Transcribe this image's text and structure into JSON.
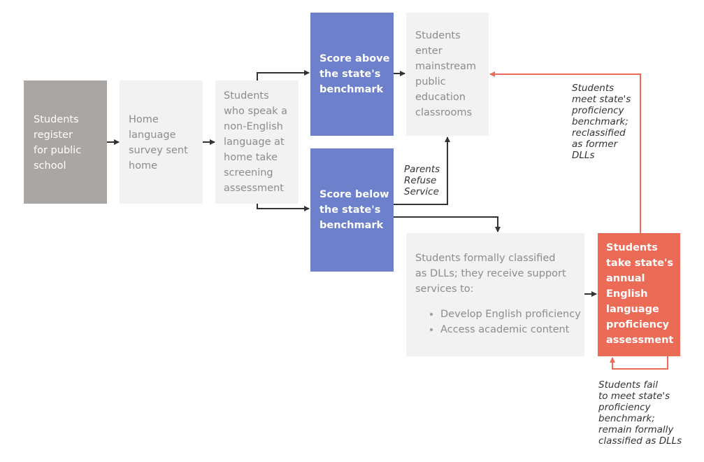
{
  "nodes": {
    "register": "Students\nregister\nfor public\nschool",
    "survey": "Home\nlanguage\nsurvey sent\nhome",
    "screening": "Students\nwho speak a\nnon-English\nlanguage at\nhome take\nscreening\nassessment",
    "above": "Score above\nthe state's\nbenchmark",
    "below": "Score below\nthe state's\nbenchmark",
    "mainstream": "Students\nenter\nmainstream\npublic\neducation\nclassrooms",
    "dll": {
      "intro": "Students formally classified\nas DLLs; they receive support\nservices to:",
      "bullets": [
        "Develop English proficiency",
        "Access academic content"
      ]
    },
    "annual": "Students\ntake state's\nannual\nEnglish\nlanguage\nproficiency\nassessment"
  },
  "labels": {
    "parents": "Parents\nRefuse\nService",
    "reclassified": "Students\nmeet state's\nproficiency\nbenchmark;\nreclassified\nas former\nDLLs",
    "remain": "Students fail\nto meet state's\nproficiency\nbenchmark;\nremain formally\nclassified as DLLs"
  },
  "colors": {
    "arrow": "#333333",
    "accent_arrow": "#ec6b56",
    "blue": "#6c80cc",
    "orange": "#ec6b56",
    "grey_dark": "#a9a6a4",
    "grey_light": "#f2f2f2"
  }
}
